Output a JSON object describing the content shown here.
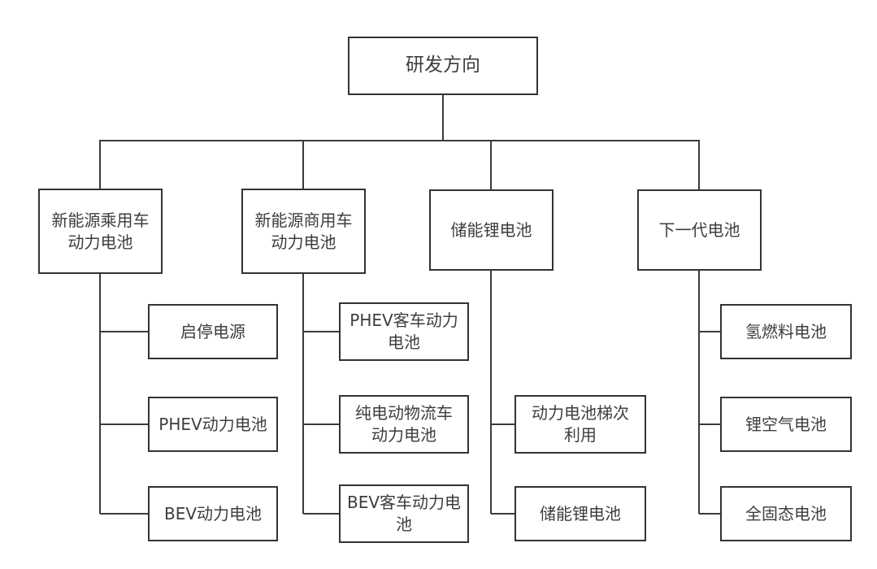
{
  "diagram": {
    "root": {
      "label": "研发方向"
    },
    "branches": [
      {
        "label": "新能源乘用车\n动力电池",
        "children": [
          {
            "label": "启停电源"
          },
          {
            "label": "PHEV动力电池"
          },
          {
            "label": "BEV动力电池"
          }
        ]
      },
      {
        "label": "新能源商用车\n动力电池",
        "children": [
          {
            "label": "PHEV客车动力\n电池"
          },
          {
            "label": "纯电动物流车\n动力电池"
          },
          {
            "label": "BEV客车动力电\n池"
          }
        ]
      },
      {
        "label": "储能锂电池",
        "children": [
          {
            "label": "动力电池梯次\n利用"
          },
          {
            "label": "储能锂电池"
          }
        ]
      },
      {
        "label": "下一代电池",
        "children": [
          {
            "label": "氢燃料电池"
          },
          {
            "label": "锂空气电池"
          },
          {
            "label": "全固态电池"
          }
        ]
      }
    ]
  },
  "colors": {
    "background": "#ffffff",
    "box_fill": "#ffffff",
    "box_border": "#333333",
    "line": "#3b3b3b",
    "text": "#3d3d3d"
  }
}
